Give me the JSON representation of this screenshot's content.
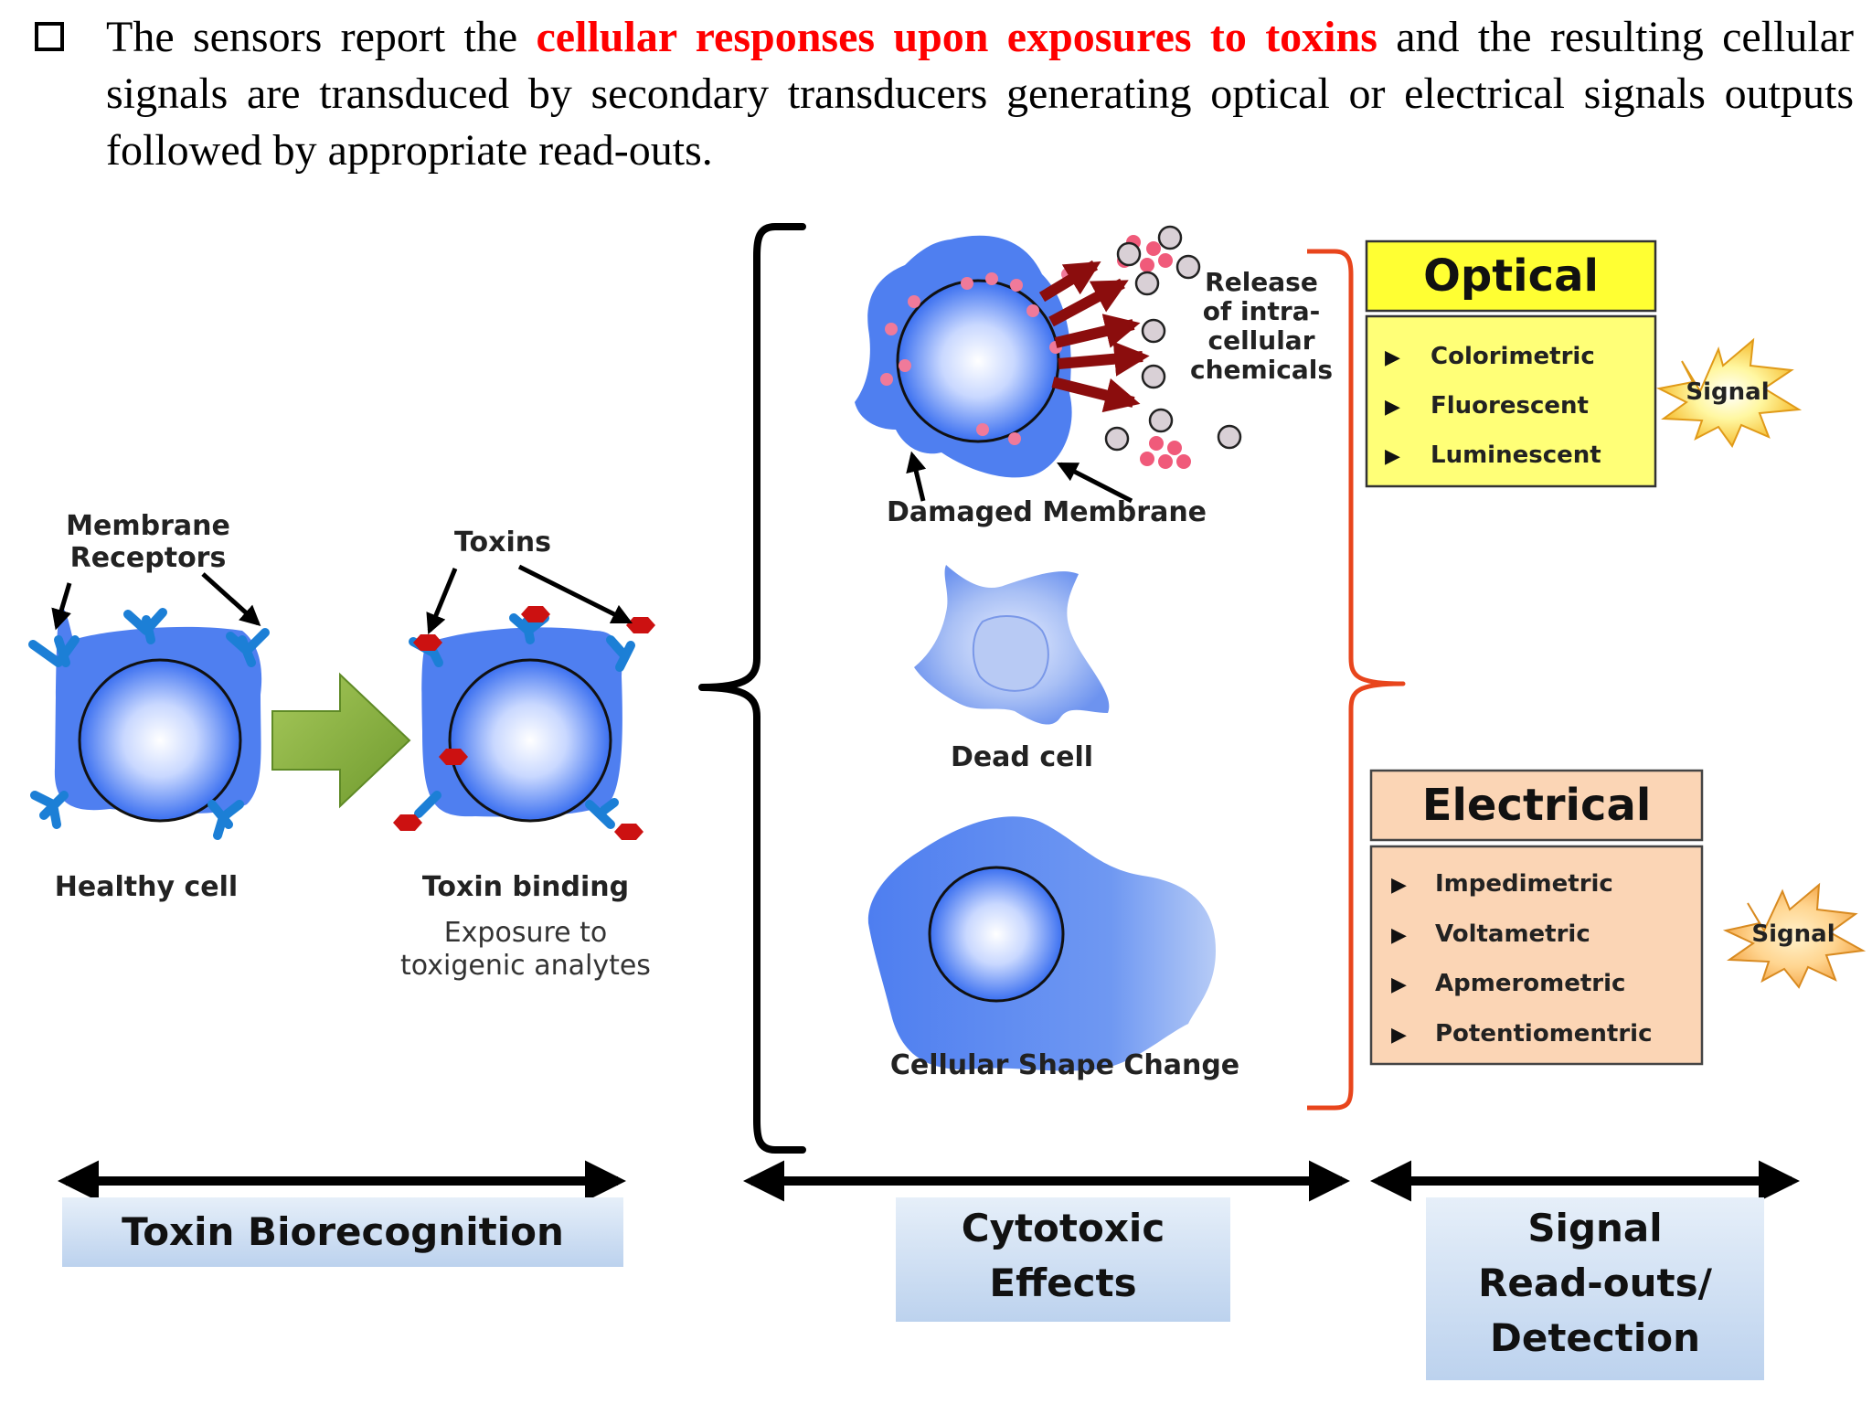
{
  "intro": {
    "lead": "The sensors report the ",
    "highlight": "cellular responses upon exposures to toxins",
    "rest": " and the resulting cellular signals are transduced by secondary transducers generating optical or electrical signals outputs followed by appropriate read-outs."
  },
  "labels": {
    "membrane_receptors_1": "Membrane",
    "membrane_receptors_2": "Receptors",
    "toxins": "Toxins",
    "healthy_cell": "Healthy cell",
    "toxin_binding": "Toxin binding",
    "exposure_1": "Exposure to",
    "exposure_2": "toxigenic analytes",
    "release_1": "Release",
    "release_2": "of intra-",
    "release_3": "cellular",
    "release_4": "chemicals",
    "damaged_membrane": "Damaged Membrane",
    "dead_cell": "Dead cell",
    "shape_change": "Cellular Shape Change"
  },
  "optical": {
    "title": "Optical",
    "items": [
      "Colorimetric",
      "Fluorescent",
      "Luminescent"
    ],
    "signal": "Signal"
  },
  "electrical": {
    "title": "Electrical",
    "items": [
      "Impedimetric",
      "Voltametric",
      "Apmerometric",
      "Potentiomentric"
    ],
    "signal": "Signal"
  },
  "stages": {
    "biorecognition": "Toxin Biorecognition",
    "cytotoxic_1": "Cytotoxic",
    "cytotoxic_2": "Effects",
    "readout_1": "Signal",
    "readout_2": "Read-outs/",
    "readout_3": "Detection"
  },
  "colors": {
    "cell": "#4f7ff0",
    "toxin": "#cc1111",
    "receptor": "#1c7fd6",
    "highlight": "#ff0000",
    "optical_bg": "#ffff33",
    "electrical_bg": "#fbd5b5",
    "stage_bg": "#cfe0f2",
    "bracket_red": "#e8451c",
    "green_arrow": "#8ab040"
  }
}
